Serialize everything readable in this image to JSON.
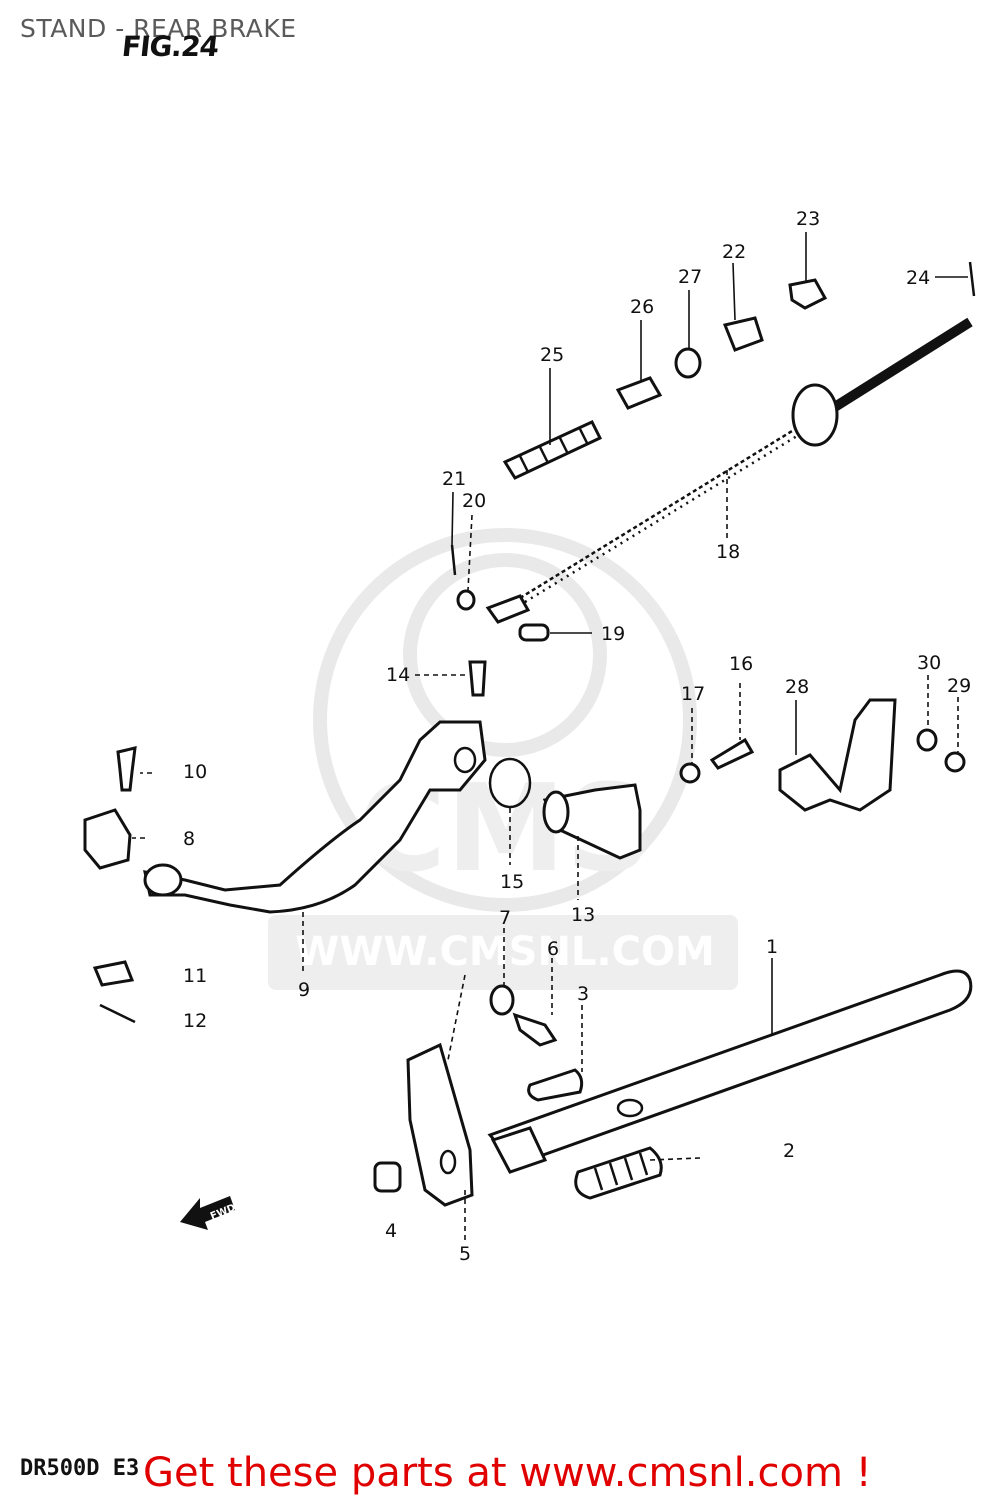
{
  "header": {
    "title": "STAND - REAR BRAKE",
    "figure": "FIG.24"
  },
  "footer": {
    "model": "DR500D E3",
    "cta": "Get these parts at www.cmsnl.com !"
  },
  "watermark": {
    "logo_text": "CMS",
    "url": "WWW.CMSNL.COM"
  },
  "callouts": [
    "1",
    "2",
    "3",
    "4",
    "5",
    "6",
    "7",
    "8",
    "9",
    "10",
    "11",
    "12",
    "13",
    "14",
    "15",
    "16",
    "17",
    "18",
    "19",
    "20",
    "21",
    "22",
    "23",
    "24",
    "25",
    "26",
    "27",
    "28",
    "29",
    "30"
  ],
  "icons": {
    "direction_arrow": "fwd-arrow-icon",
    "direction_text": "FWD"
  }
}
